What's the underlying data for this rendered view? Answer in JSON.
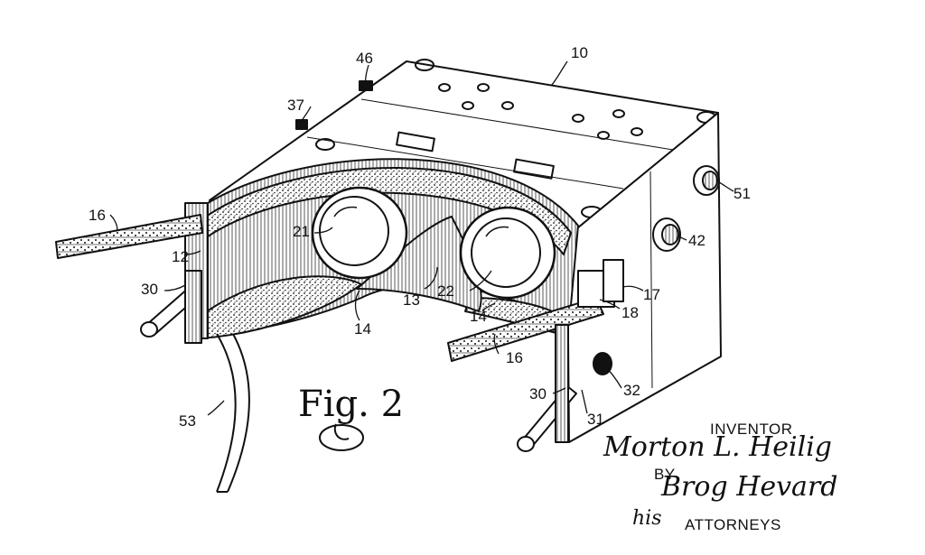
{
  "figure": {
    "label": "Fig. 2",
    "reference_numerals": [
      "10",
      "12",
      "13",
      "14",
      "14",
      "16",
      "16",
      "16",
      "17",
      "18",
      "21",
      "22",
      "30",
      "30",
      "31",
      "32",
      "37",
      "42",
      "46",
      "51",
      "53"
    ]
  },
  "caption": {
    "inventor_heading": "INVENTOR",
    "inventor_signature": "Morton L. Heilig",
    "by": "BY",
    "attorney_signature": "Brog Hevard",
    "attorney_prefix": "his",
    "attorneys_heading": "ATTORNEYS"
  },
  "colors": {
    "ink": "#111111",
    "paper": "#ffffff"
  }
}
